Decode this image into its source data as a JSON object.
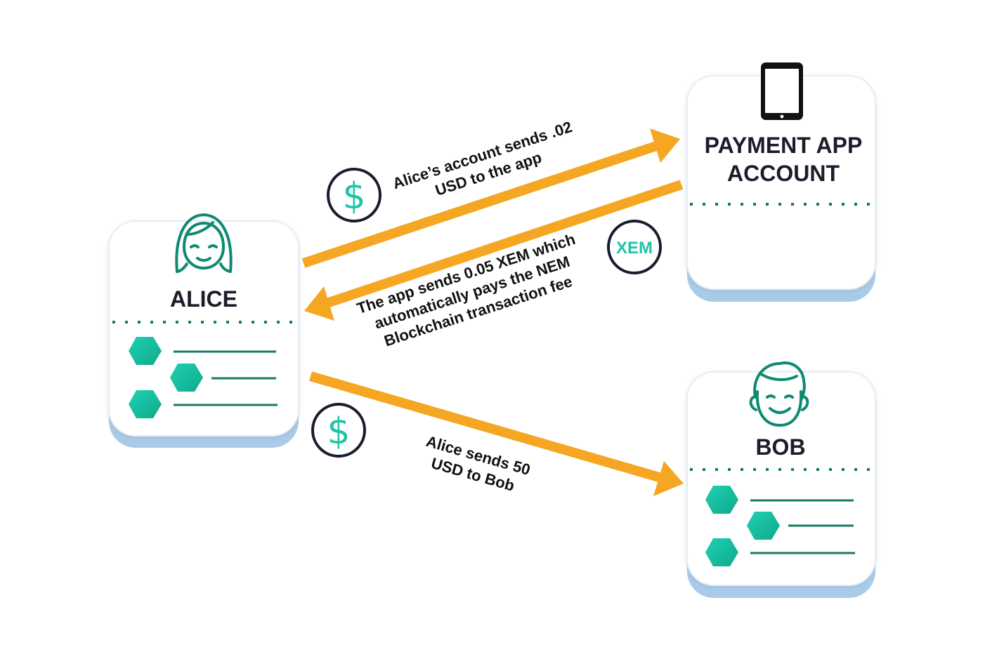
{
  "nodes": {
    "alice": {
      "label": "ALICE"
    },
    "payment_app": {
      "label_line1": "PAYMENT APP",
      "label_line2": "ACCOUNT"
    },
    "bob": {
      "label": "BOB"
    }
  },
  "arrows": {
    "to_app": {
      "label_line1": "Alice’s account sends .02",
      "label_line2": "USD to the app",
      "badge": "$"
    },
    "from_app": {
      "label_line1": "The app sends 0.05 XEM which",
      "label_line2": "automatically pays the NEM",
      "label_line3": "Blockchain transaction fee",
      "badge": "XEM"
    },
    "to_bob": {
      "label_line1": "Alice sends 50",
      "label_line2": "USD to Bob",
      "badge": "$"
    }
  },
  "colors": {
    "arrow": "#f5a623",
    "teal": "#1fc4a8",
    "teal_dark": "#0e8a72",
    "card_shadow": "#a9cbe8",
    "card_border": "#e7eef6",
    "badge_ring": "#1b1b2e",
    "line": "#167a66"
  },
  "icons": {
    "alice": "woman-avatar-icon",
    "bob": "man-avatar-icon",
    "payment_app": "tablet-icon",
    "usd": "dollar-icon",
    "xem": "xem-coin-icon",
    "ledger": "hexagon-icon"
  }
}
